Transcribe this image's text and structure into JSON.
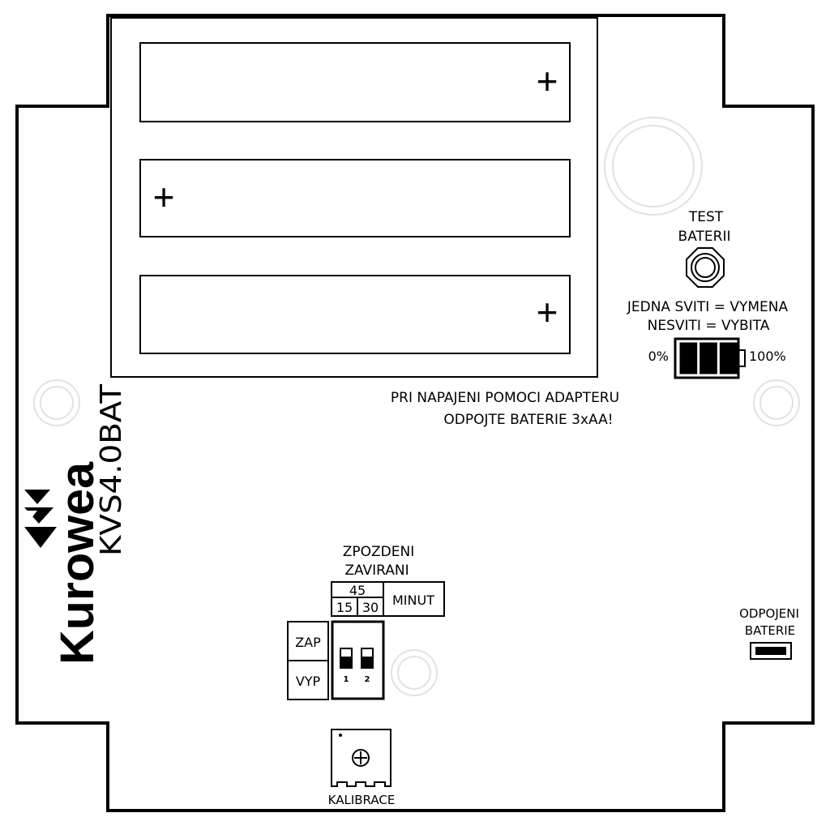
{
  "product": {
    "brand": "Kurowea",
    "model": "KVS4.0BAT"
  },
  "battery_holder": {
    "slots": [
      {
        "plus": "+"
      },
      {
        "plus": "+"
      },
      {
        "plus": "+"
      }
    ]
  },
  "battery_test": {
    "title_line1": "TEST",
    "title_line2": "BATERII",
    "info_line1": "JEDNA SVITI = VYMENA",
    "info_line2": "NESVITI = VYBITA",
    "min_label": "0%",
    "max_label": "100%",
    "level_segments_lit": 3,
    "level_segments_total": 3
  },
  "adapter_warning": {
    "line1": "PRI NAPAJENI POMOCI ADAPTERU",
    "line2": "ODPOJTE BATERIE 3xAA!"
  },
  "closing_delay": {
    "title_line1": "ZPOZDENI",
    "title_line2": "ZAVIRANI",
    "option_45": "45",
    "option_15": "15",
    "option_30": "30",
    "unit": "MINUT",
    "on_label": "ZAP",
    "off_label": "VYP",
    "switch1": "1",
    "switch2": "2"
  },
  "disconnect": {
    "line1": "ODPOJENI",
    "line2": "BATERIE"
  },
  "calibration": {
    "label": "KALIBRACE"
  },
  "colors": {
    "stroke": "#000000",
    "background": "#ffffff",
    "faint": "#e6e6e6"
  }
}
